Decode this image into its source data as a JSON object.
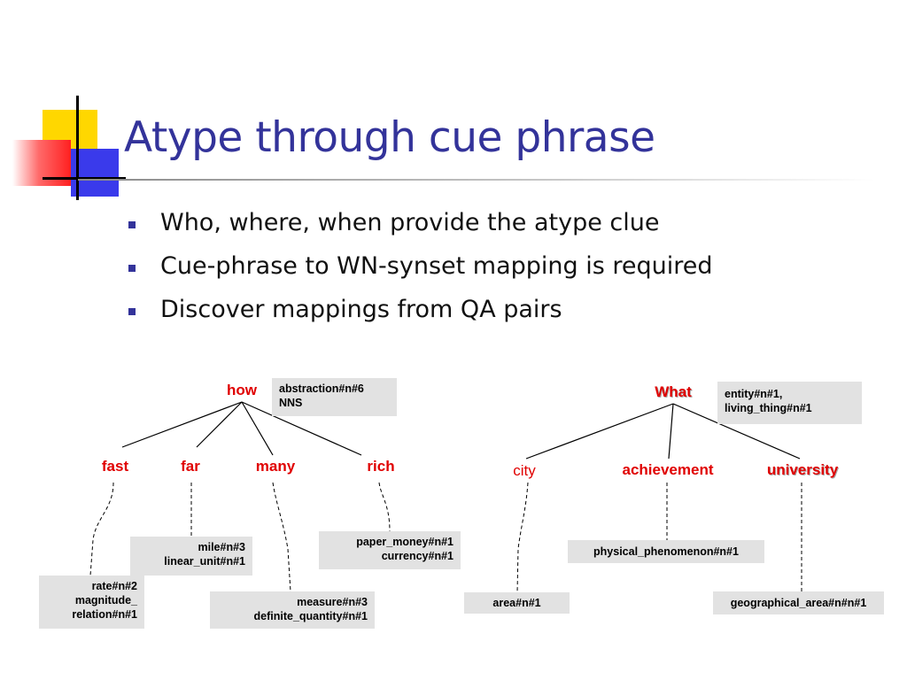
{
  "slide": {
    "title": "Atype through cue phrase",
    "bullets": [
      "Who, where, when provide the atype clue",
      "Cue-phrase to WN-synset mapping is required",
      "Discover mappings from QA pairs"
    ]
  },
  "colors": {
    "title": "#33339a",
    "node": "#e00000",
    "box_bg": "#e2e2e2"
  },
  "trees": {
    "how": {
      "root": "how",
      "root_box": [
        "abstraction#n#6",
        "NNS"
      ],
      "children": [
        "fast",
        "far",
        "many",
        "rich"
      ],
      "mappings": {
        "fast": [
          "rate#n#2",
          "magnitude_",
          "relation#n#1"
        ],
        "far": [
          "mile#n#3",
          "linear_unit#n#1"
        ],
        "many": [
          "measure#n#3",
          "definite_quantity#n#1"
        ],
        "rich": [
          "paper_money#n#1",
          "currency#n#1"
        ]
      }
    },
    "what": {
      "root": "What",
      "root_box": [
        "entity#n#1,",
        "living_thing#n#1"
      ],
      "children": [
        "city",
        "achievement",
        "university"
      ],
      "mappings": {
        "city": [
          "area#n#1"
        ],
        "achievement": [
          "physical_phenomenon#n#1"
        ],
        "university": [
          "geographical_area#n#n#1"
        ]
      }
    }
  }
}
